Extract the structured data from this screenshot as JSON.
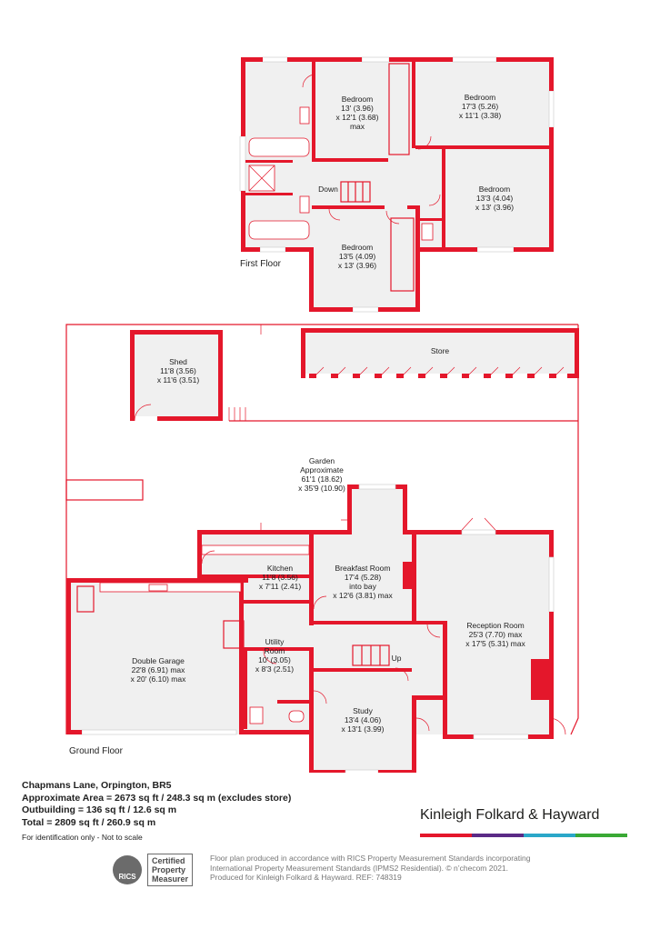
{
  "floors": {
    "first_floor_label": "First Floor",
    "ground_floor_label": "Ground Floor"
  },
  "rooms": {
    "bedroom_1": {
      "name": "Bedroom",
      "dim1": "13' (3.96)",
      "dim2": "x 12'1 (3.68)",
      "dim3": "max"
    },
    "bedroom_2": {
      "name": "Bedroom",
      "dim1": "17'3 (5.26)",
      "dim2": "x 11'1 (3.38)"
    },
    "bedroom_3": {
      "name": "Bedroom",
      "dim1": "13'3 (4.04)",
      "dim2": "x 13' (3.96)"
    },
    "bedroom_4": {
      "name": "Bedroom",
      "dim1": "13'5 (4.09)",
      "dim2": "x 13' (3.96)"
    },
    "down": "Down",
    "shed": {
      "name": "Shed",
      "dim1": "11'8 (3.56)",
      "dim2": "x 11'6 (3.51)"
    },
    "store": "Store",
    "garden": {
      "name": "Garden",
      "sub": "Approximate",
      "dim1": "61'1 (18.62)",
      "dim2": "x 35'9 (10.90)"
    },
    "kitchen": {
      "name": "Kitchen",
      "dim1": "11'8 (3.56)",
      "dim2": "x 7'11 (2.41)"
    },
    "breakfast": {
      "name": "Breakfast Room",
      "dim1": "17'4 (5.28)",
      "dim2": "into bay",
      "dim3": "x 12'6 (3.81) max"
    },
    "reception": {
      "name": "Reception Room",
      "dim1": "25'3 (7.70) max",
      "dim2": "x 17'5 (5.31) max"
    },
    "garage": {
      "name": "Double Garage",
      "dim1": "22'8 (6.91) max",
      "dim2": "x 20' (6.10) max"
    },
    "utility": {
      "name": "Utility",
      "name2": "Room",
      "dim1": "10' (3.05)",
      "dim2": "x 8'3 (2.51)"
    },
    "up": "Up",
    "study": {
      "name": "Study",
      "dim1": "13'4 (4.06)",
      "dim2": "x 13'1 (3.99)"
    }
  },
  "info": {
    "address": "Chapmans Lane, Orpington, BR5",
    "area": "Approximate Area = 2673 sq ft / 248.3 sq m (excludes store)",
    "outbuilding": "Outbuilding = 136 sq ft / 12.6 sq m",
    "total": "Total = 2809 sq ft / 260.9 sq m",
    "note": "For identification only - Not to scale"
  },
  "brand": {
    "name": "Kinleigh Folkard & Hayward",
    "bar_colors": [
      "#e4172b",
      "#5b2a86",
      "#2aa7c9",
      "#3aa935"
    ]
  },
  "rics": {
    "mark": "RICS",
    "line1": "Certified",
    "line2": "Property",
    "line3": "Measurer"
  },
  "disclaimer": {
    "line1": "Floor plan produced in accordance with RICS Property Measurement Standards incorporating",
    "line2": "International Property Measurement Standards (IPMS2 Residential). © n’checom 2021.",
    "line3": "Produced for Kinleigh Folkard & Hayward.   REF: 748319"
  },
  "colors": {
    "wall": "#e4172b",
    "floor": "#f0f0f0"
  }
}
